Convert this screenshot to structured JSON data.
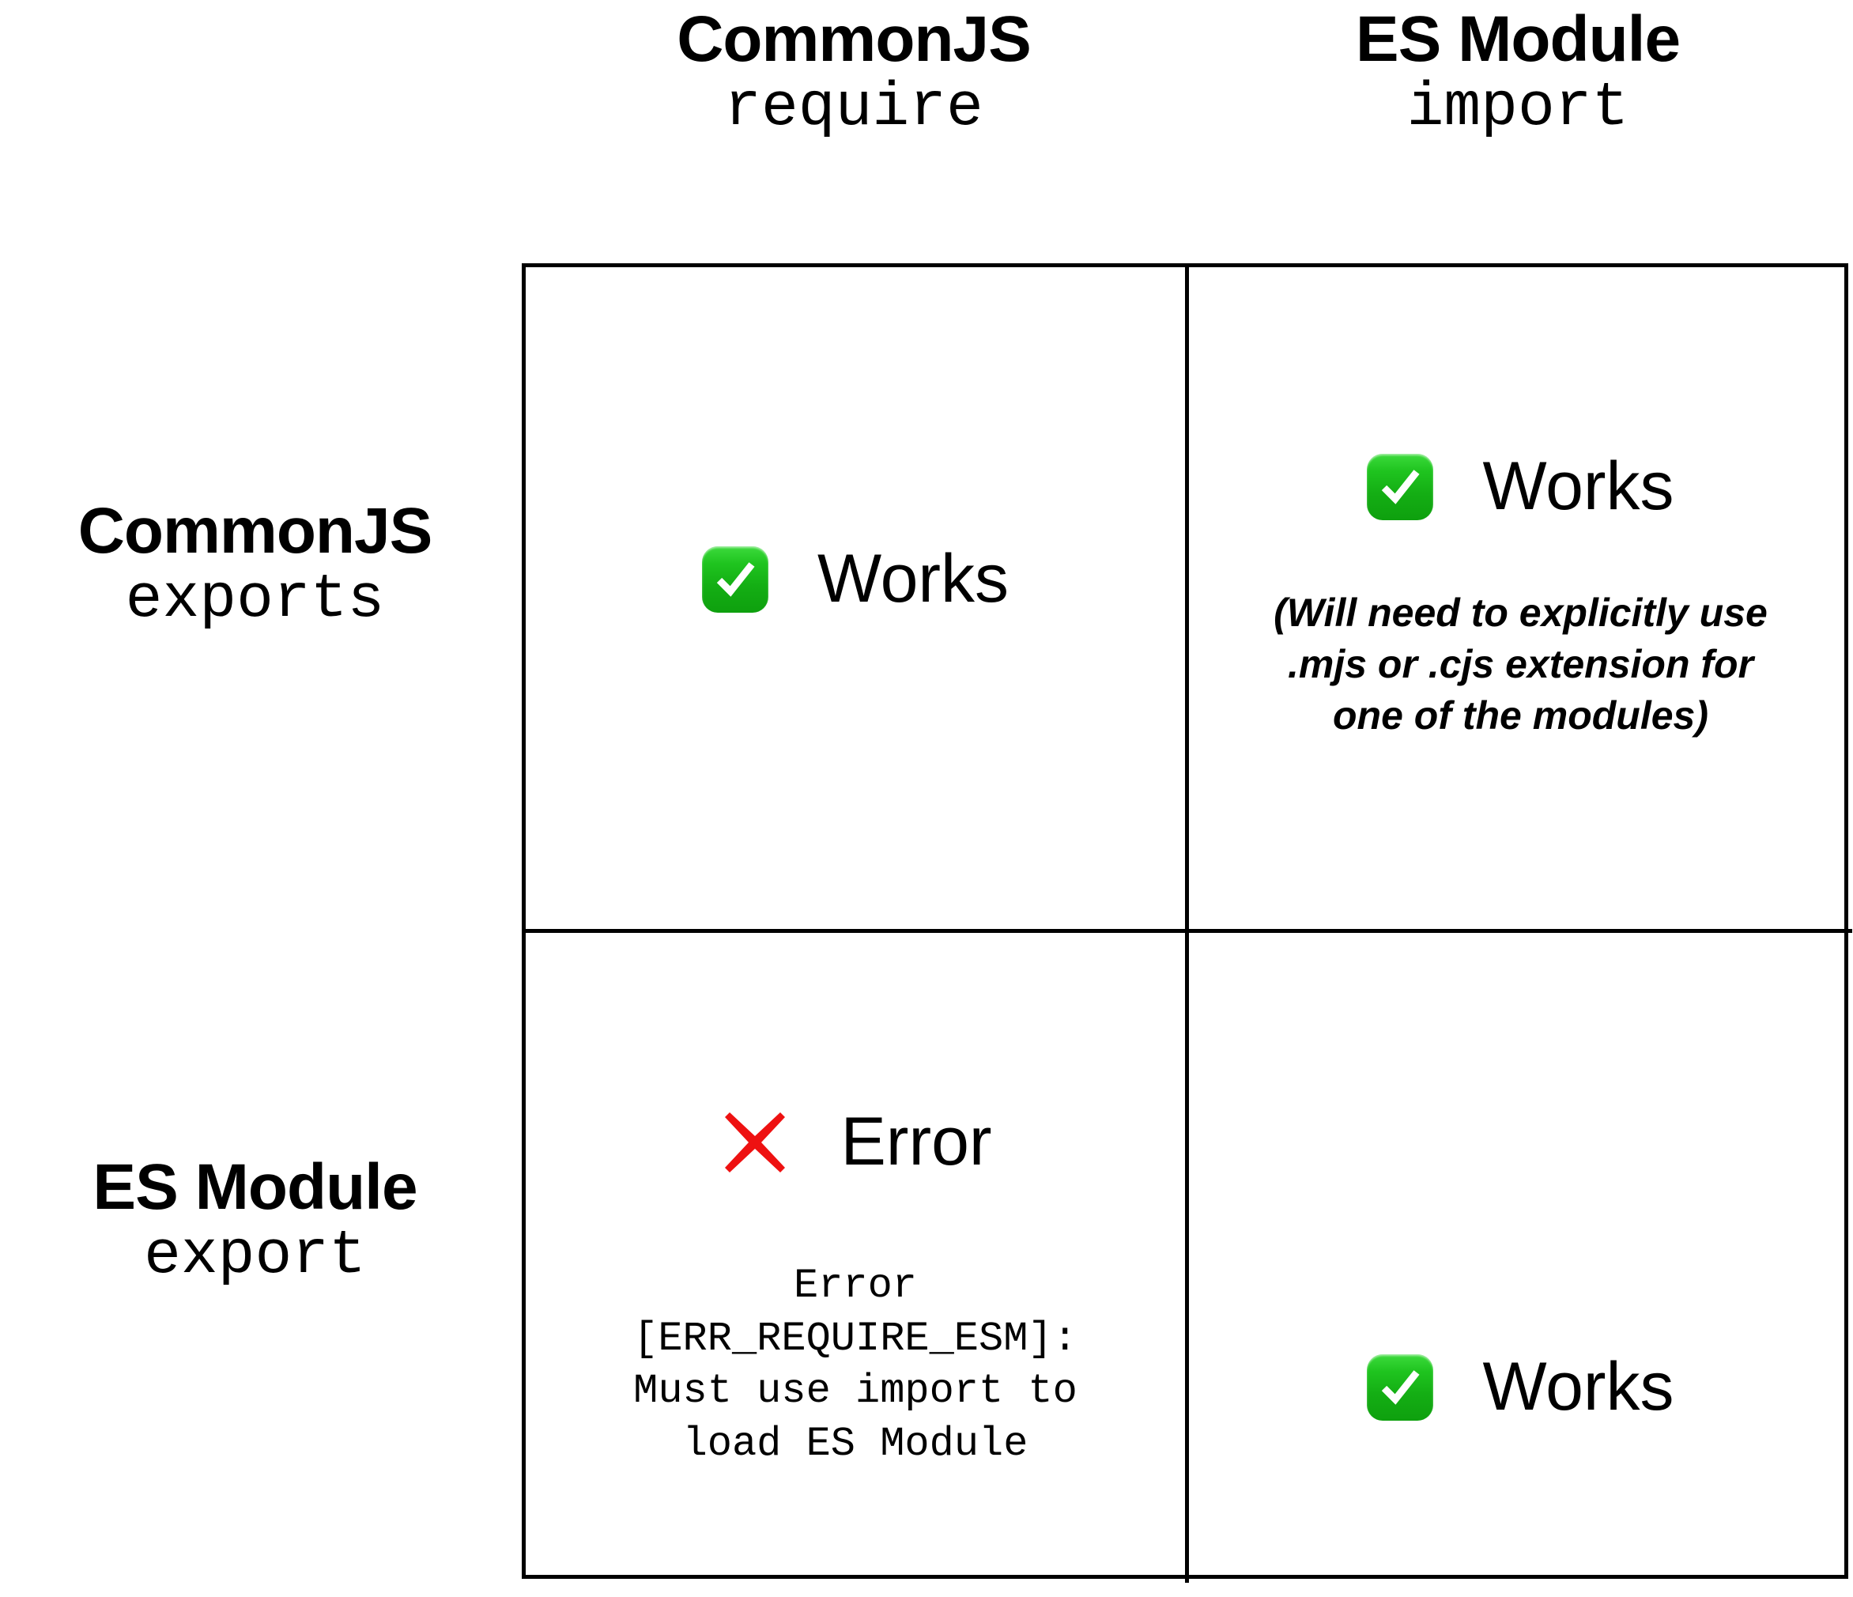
{
  "matrix": {
    "column_headers": [
      {
        "title": "CommonJS",
        "code": "require"
      },
      {
        "title": "ES Module",
        "code": "import"
      }
    ],
    "row_headers": [
      {
        "title": "CommonJS",
        "code": "exports"
      },
      {
        "title": "ES Module",
        "code": "export"
      }
    ],
    "cells": [
      {
        "id": "cjs-require",
        "icon": "white-check-mark-icon",
        "status": "Works",
        "note": "",
        "detail": ""
      },
      {
        "id": "cjs-import",
        "icon": "white-check-mark-icon",
        "status": "Works",
        "note": "(Will need to explicitly use .mjs or .cjs extension for one of the modules)",
        "detail": ""
      },
      {
        "id": "esm-require",
        "icon": "cross-mark-icon",
        "status": "Error",
        "note": "",
        "detail": "Error [ERR_REQUIRE_ESM]: Must use import to load ES Module"
      },
      {
        "id": "esm-import",
        "icon": "white-check-mark-icon",
        "status": "Works",
        "note": "",
        "detail": ""
      }
    ]
  },
  "colors": {
    "check_green": "#15b815",
    "cross_red": "#ee1111",
    "grid_line": "#000000",
    "background": "#ffffff",
    "text": "#000000"
  }
}
